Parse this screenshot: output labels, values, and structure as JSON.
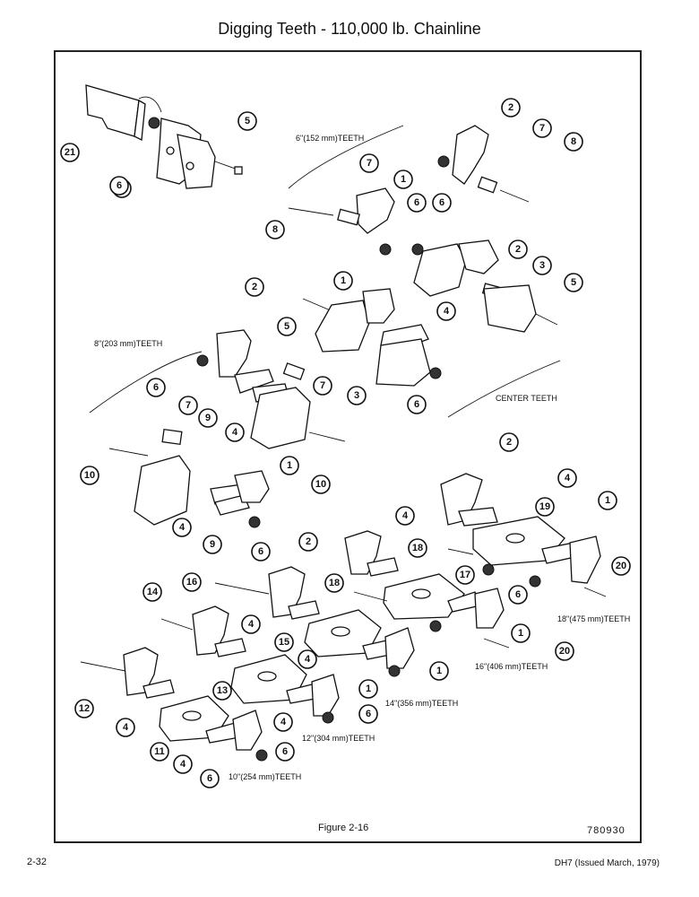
{
  "page": {
    "title": "Digging Teeth - 110,000 lb. Chainline",
    "figure_caption": "Figure 2-16",
    "drawing_number": "780930",
    "page_number": "2-32",
    "footer": "DH7 (Issued March, 1979)"
  },
  "labels": {
    "teeth_6": "6\"(152 mm)TEETH",
    "teeth_8": "8\"(203 mm)TEETH",
    "center": "CENTER TEETH",
    "teeth_18": "18\"(475 mm)TEETH",
    "teeth_16": "16\"(406 mm)TEETH",
    "teeth_14": "14\"(356 mm)TEETH",
    "teeth_12": "12\"(304 mm)TEETH",
    "teeth_10": "10\"(254 mm)TEETH"
  },
  "callouts": [
    "21",
    "6",
    "5",
    "6",
    "2",
    "7",
    "8",
    "7",
    "1",
    "8",
    "6",
    "6",
    "2",
    "3",
    "5",
    "1",
    "5",
    "4",
    "3",
    "6",
    "2",
    "6",
    "7",
    "9",
    "4",
    "10",
    "7",
    "10",
    "1",
    "4",
    "9",
    "6",
    "2",
    "4",
    "1",
    "2",
    "4",
    "19",
    "18",
    "17",
    "6",
    "20",
    "16",
    "14",
    "18",
    "4",
    "15",
    "1",
    "20",
    "4",
    "6",
    "12",
    "13",
    "4",
    "1",
    "6",
    "4",
    "11",
    "4",
    "6",
    "1"
  ]
}
